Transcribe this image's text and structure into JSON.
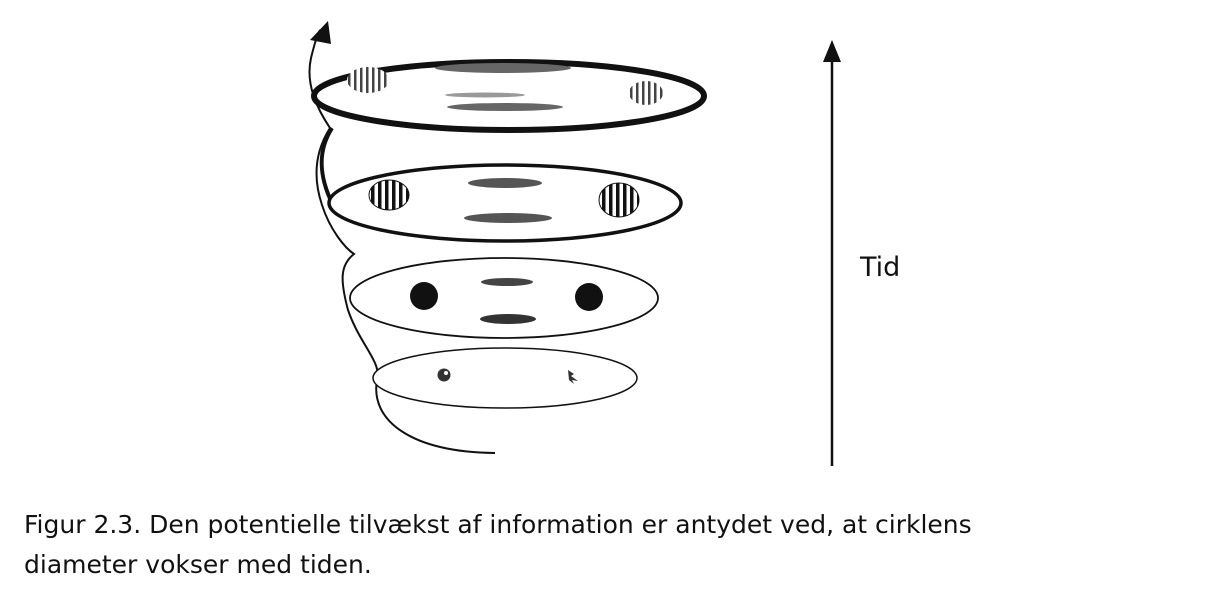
{
  "figure": {
    "axis_label": "Tid",
    "caption_line1": "Figur 2.3. Den potentielle tilvækst af information er antydet ved, at cirklens",
    "caption_line2": "diameter vokser med tiden.",
    "stroke_color": "#111111",
    "texture_color": "#555555"
  }
}
